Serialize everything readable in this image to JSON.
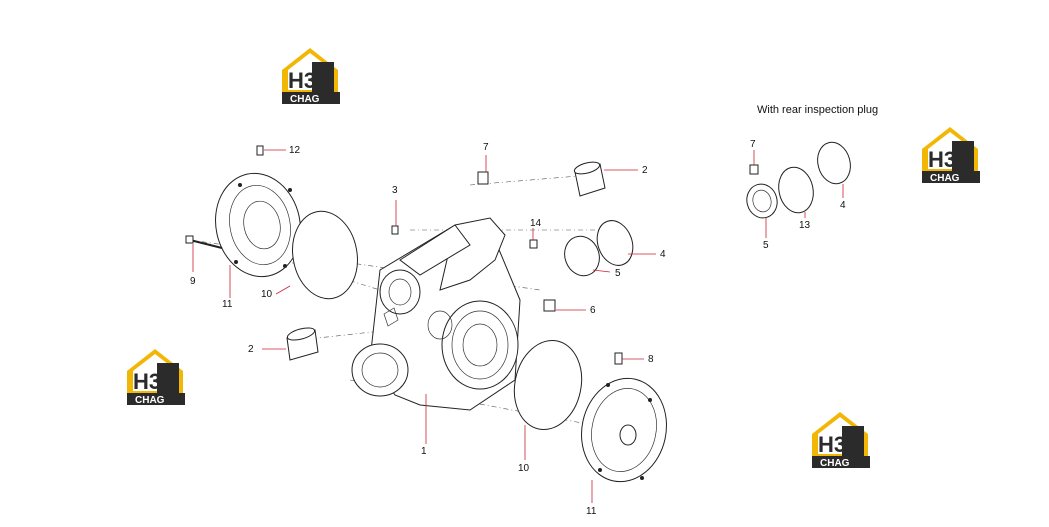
{
  "inset": {
    "caption": "With rear inspection plug",
    "labels": {
      "a": "7",
      "b": "13",
      "c": "4",
      "d": "5"
    }
  },
  "labels": {
    "l1": "1",
    "l2a": "2",
    "l2b": "2",
    "l3": "3",
    "l4": "4",
    "l5": "5",
    "l6": "6",
    "l7": "7",
    "l8": "8",
    "l9": "9",
    "l10a": "10",
    "l10b": "10",
    "l11a": "11",
    "l11b": "11",
    "l12": "12",
    "l14": "14"
  },
  "watermark": {
    "mark": "H3",
    "word": "CHAG",
    "colors": {
      "accent": "#f2b705",
      "dark": "#2b2b2b",
      "background": "#ffffff",
      "leader": "#cc2233"
    }
  }
}
